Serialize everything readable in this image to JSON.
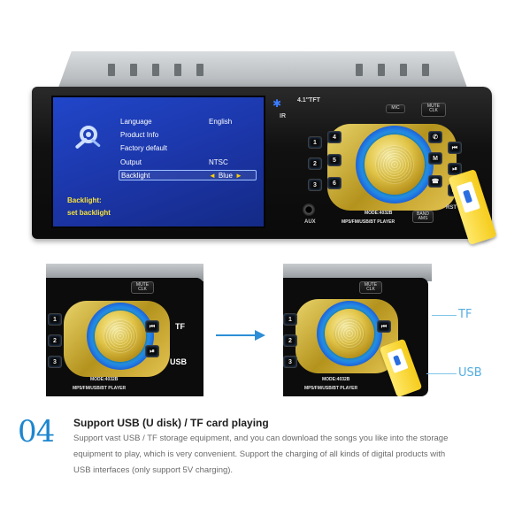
{
  "menu": {
    "items": [
      {
        "label": "Language",
        "value": "English"
      },
      {
        "label": "Product Info",
        "value": ""
      },
      {
        "label": "Factory default",
        "value": ""
      },
      {
        "label": "Output",
        "value": "NTSC"
      },
      {
        "label": "Backlight",
        "value": "Blue"
      }
    ],
    "hint_line1": "Backlight:",
    "hint_line2": "set backlight"
  },
  "unit": {
    "screen_label": "4.1\"TFT",
    "ir_label": "IR",
    "mic_label": "MIC",
    "mute_label_1": "MUTE",
    "mute_label_2": "CLK",
    "model": "MODE:4032B",
    "player_type": "MP5/FM/USB/BT PLAYER",
    "band_label_1": "BAND",
    "band_label_2": "AMS",
    "aux_label": "AUX",
    "rst_label": "RST",
    "m_label": "M",
    "keys": [
      "1",
      "2",
      "3",
      "4",
      "5",
      "6"
    ]
  },
  "detail_left": {
    "tf_label": "TF",
    "usb_label": "USB"
  },
  "callouts": {
    "tf": "TF",
    "usb": "USB"
  },
  "section": {
    "number": "04",
    "title": "Support USB (U disk) / TF card playing",
    "body_line1": "Support vast USB / TF storage equipment, and you can download the songs you like into the storage",
    "body_line2": "equipment to play, which is very convenient. Support the charging of all kinds of digital products with",
    "body_line3": "USB interfaces (only support 5V charging)."
  },
  "colors": {
    "accent": "#1d86cf",
    "screen": "#1f43c3",
    "hint": "#f6e23a",
    "callout": "#55aee0",
    "gold": "#d8b93a"
  }
}
